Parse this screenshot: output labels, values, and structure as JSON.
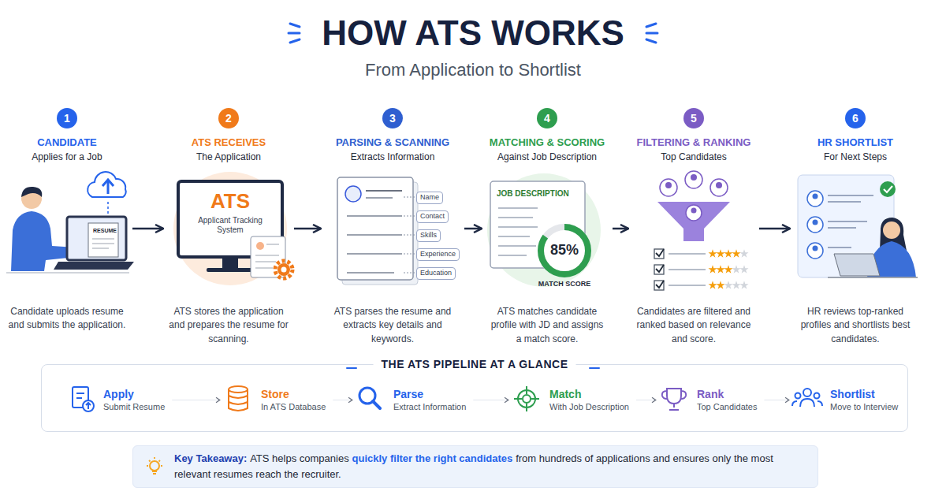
{
  "diagram": {
    "title": "HOW ATS WORKS",
    "nodes": [
      {
        "text": [
          "CANDIDATE",
          "Applies for a Job",
          "Candidate uploads resume and submits the application."
        ]
      },
      {
        "text": [
          "1"
        ],
        "in": 0
      },
      {
        "text": [
          "ATS RECEIVES",
          "The Application",
          "ATS stores the application and prepares the resume for scanning."
        ]
      },
      {
        "text": [
          "2"
        ],
        "in": 2
      },
      {
        "text": [
          "PARSING & SCANNING",
          "Extracts Information",
          "ATS parses the resume and extracts key details and keywords."
        ]
      },
      {
        "text": [
          "3"
        ],
        "in": 4
      },
      {
        "text": [
          "Name"
        ],
        "in": 4
      },
      {
        "text": [
          "Contact"
        ],
        "in": 4
      },
      {
        "text": [
          "Skills"
        ],
        "in": 4
      },
      {
        "text": [
          "Experience"
        ],
        "in": 4
      },
      {
        "text": [
          "Education"
        ],
        "in": 4
      },
      {
        "text": [
          "MATCHING & SCORING",
          "Against Job Description",
          "ATS matches candidate profile with JD and assigns a match score."
        ]
      },
      {
        "text": [
          "4"
        ],
        "in": 11
      },
      {
        "text": [
          "FILTERING & RANKING",
          "Top Candidates",
          "Candidates are filtered and ranked based on relevance and score."
        ]
      },
      {
        "text": [
          "5"
        ],
        "in": 13
      },
      {
        "text": [
          "HR SHORTLIST",
          "For Next Steps",
          "HR reviews top-ranked profiles and shortlists best candidates."
        ]
      },
      {
        "text": [
          "6"
        ],
        "in": 15
      },
      {
        "text": [
          "THE ATS PIPELINE AT A GLANCE"
        ]
      },
      {
        "text": [
          "Apply",
          "Submit Resume"
        ],
        "in": 17
      },
      {
        "text": [
          "Store",
          "In ATS Database"
        ],
        "in": 17
      },
      {
        "text": [
          "Parse",
          "Extract Information"
        ],
        "in": 17
      },
      {
        "text": [
          "Match",
          "With Job Description"
        ],
        "in": 17
      },
      {
        "text": [
          "Rank",
          "Top Candidates"
        ],
        "in": 17
      },
      {
        "text": [
          "Shortlist",
          "Move to Interview"
        ],
        "in": 17
      },
      {
        "text": [
          "Key Takeaway:",
          "ATS helps companies",
          "quickly filter the right candidates",
          "from hundreds of applications and ensures only the most relevant resumes reach the recruiter."
        ]
      }
    ],
    "edges": [
      {
        "from": 0,
        "to": 2,
        "arrow": "to"
      },
      {
        "from": 2,
        "to": 4,
        "arrow": "to"
      },
      {
        "from": 4,
        "to": 11,
        "arrow": "to"
      },
      {
        "from": 11,
        "to": 13,
        "arrow": "to"
      },
      {
        "from": 13,
        "to": 15,
        "arrow": "to"
      },
      {
        "from": 18,
        "to": 19,
        "arrow": "to"
      },
      {
        "from": 19,
        "to": 20,
        "arrow": "to"
      },
      {
        "from": 20,
        "to": 21,
        "arrow": "to"
      },
      {
        "from": 21,
        "to": 22,
        "arrow": "to"
      },
      {
        "from": 22,
        "to": 23,
        "arrow": "to"
      }
    ],
    "labels": [
      "From Application to Shortlist",
      "RESUME",
      "ATS",
      "Applicant Tracking System",
      "JOB DESCRIPTION",
      "85%",
      "MATCH SCORE"
    ]
  }
}
